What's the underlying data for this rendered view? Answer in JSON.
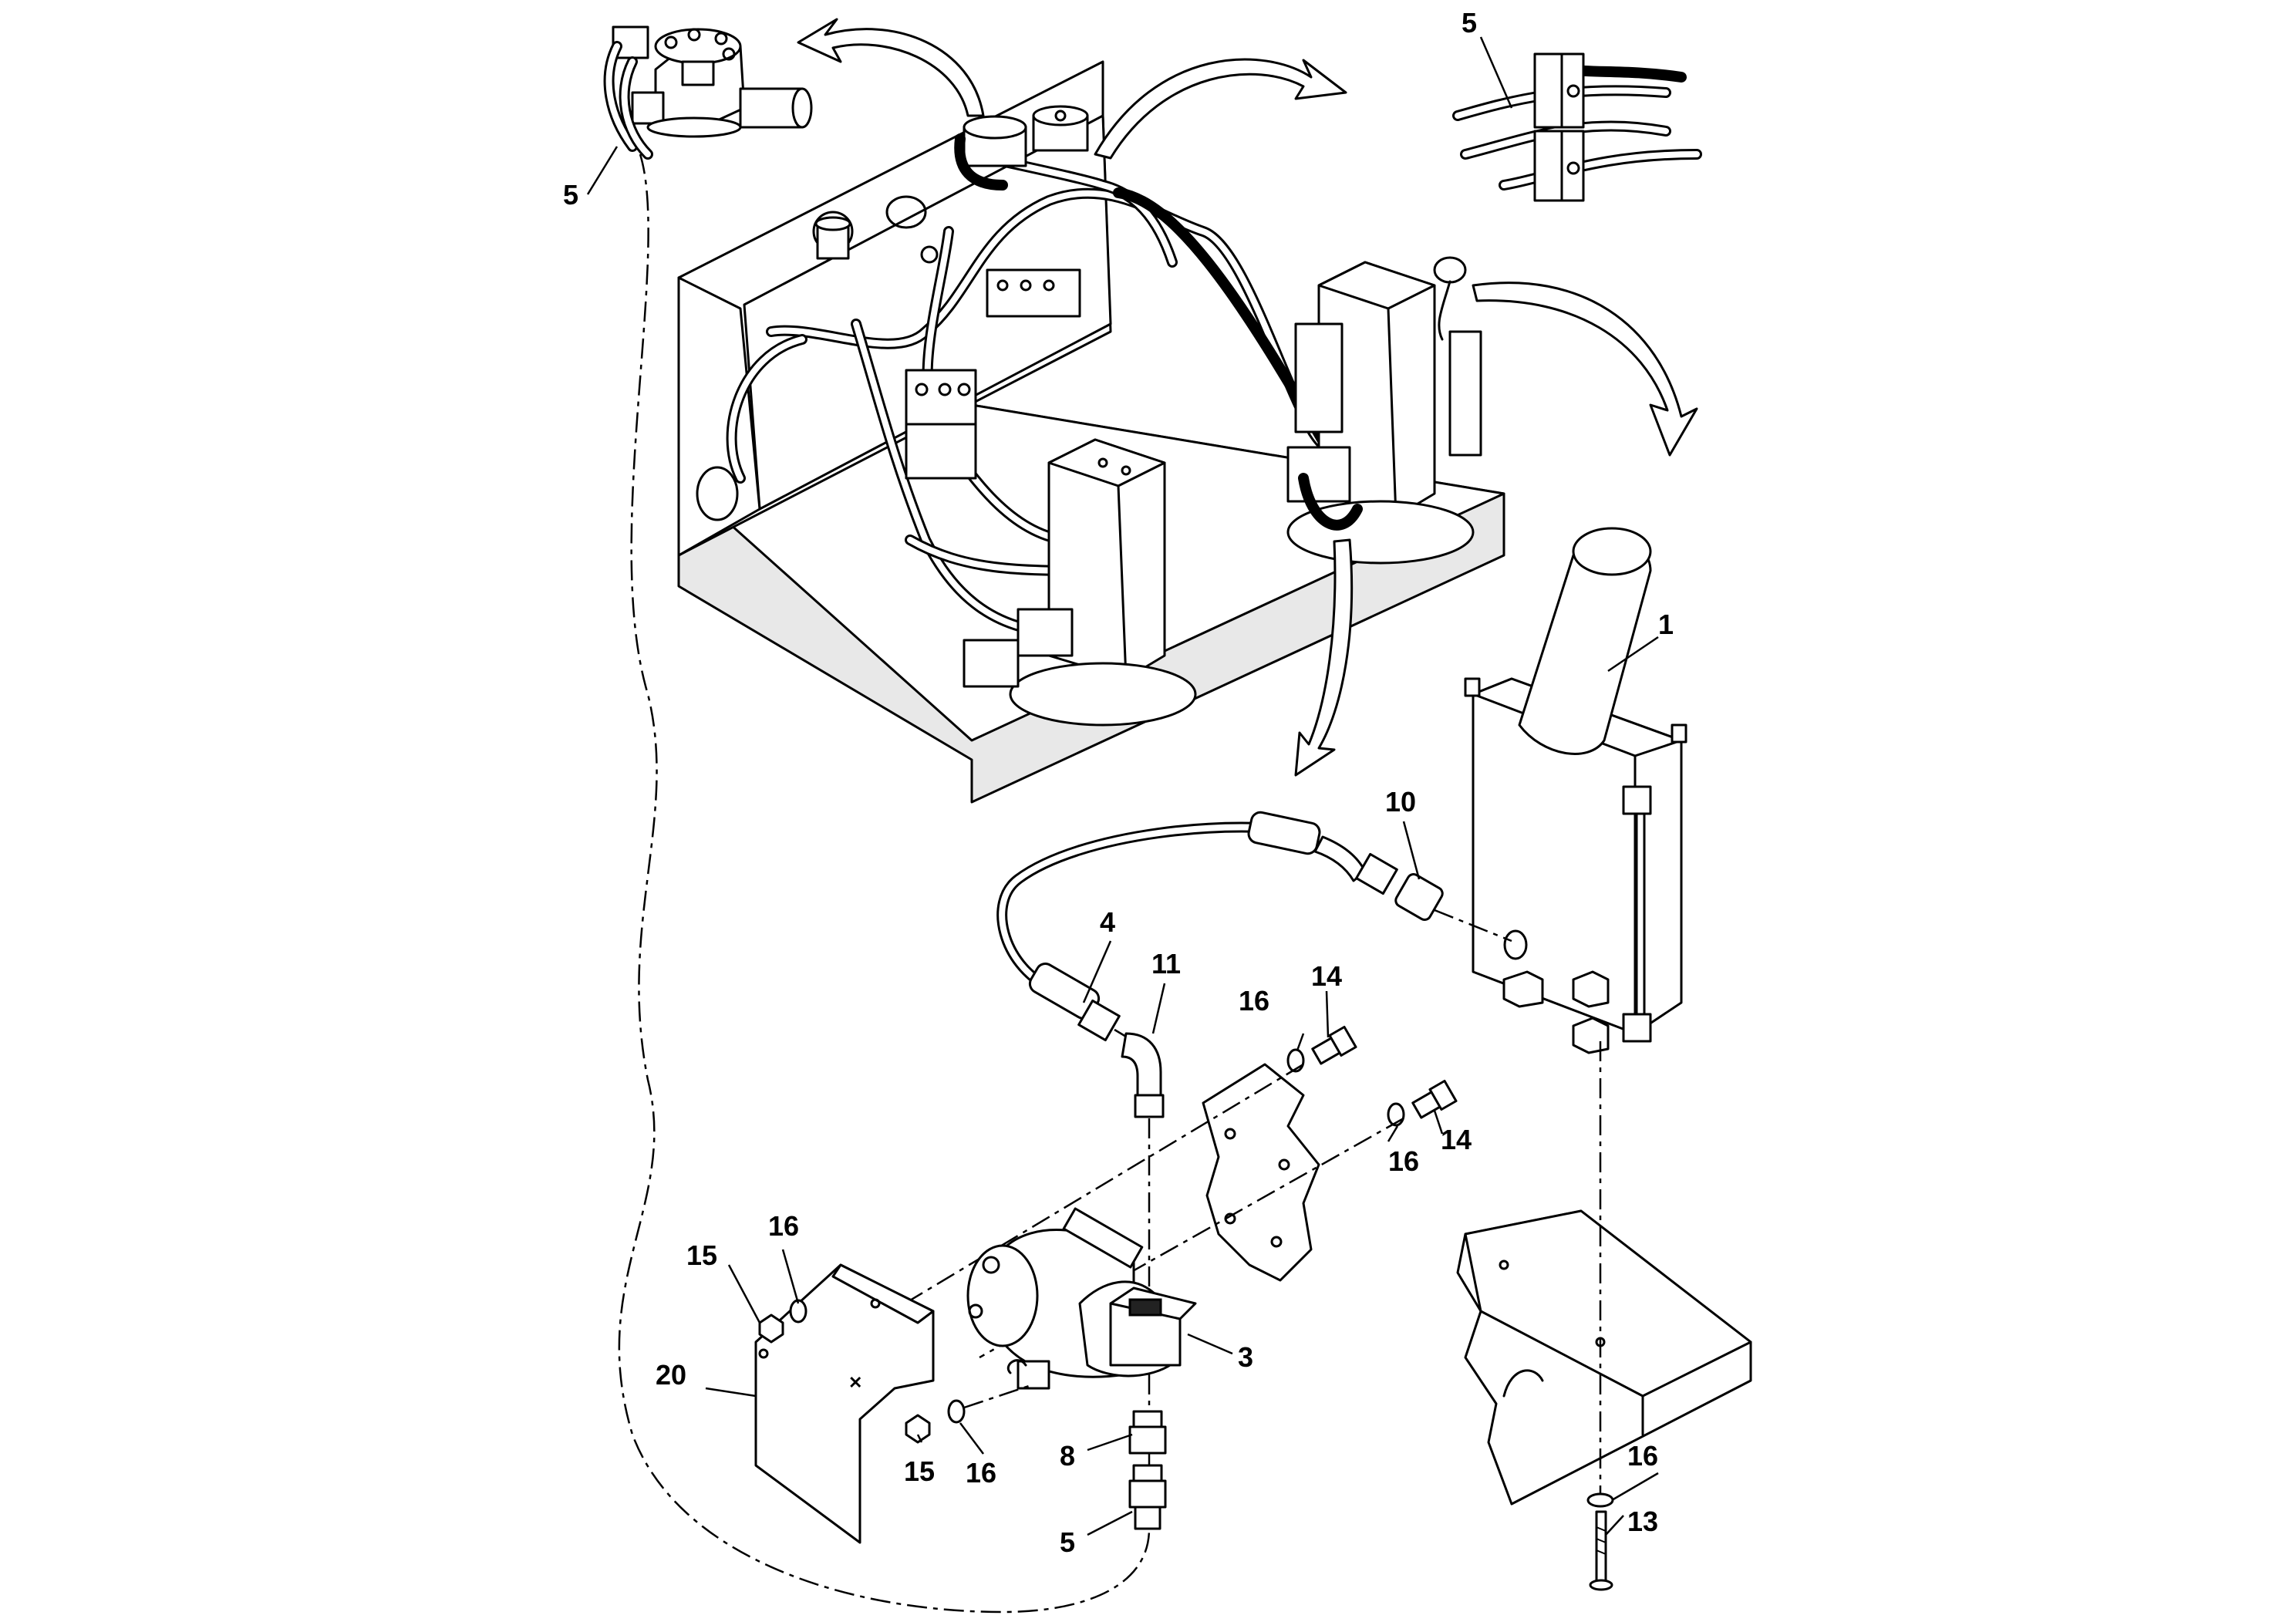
{
  "callouts": {
    "c1": "1",
    "c3": "3",
    "c4": "4",
    "c5a": "5",
    "c5b": "5",
    "c5c": "5",
    "c8": "8",
    "c10": "10",
    "c11": "11",
    "c13": "13",
    "c14a": "14",
    "c14b": "14",
    "c15a": "15",
    "c15b": "15",
    "c16a": "16",
    "c16b": "16",
    "c16c": "16",
    "c16d": "16",
    "c16e": "16",
    "c20": "20"
  }
}
